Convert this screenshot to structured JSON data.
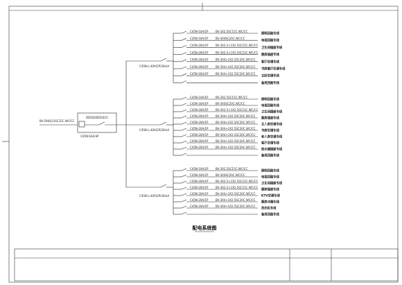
{
  "diagram": {
    "title": "配电系统图",
    "incoming": {
      "cable": "BV-5X6(L5)SC25C.WC/CC",
      "meter": "DDSD(DDS)S(5)",
      "main_breaker": "C45N-63A/3P"
    },
    "groups": [
      {
        "breaker": "C45N-L-40A/2P/30mA",
        "circuits": [
          {
            "breaker": "C45N-10A/1P",
            "cable": "BV-3X2.5SC15C.WC/CC",
            "name": "照明回路专线"
          },
          {
            "breaker": "C45N-16A/1P",
            "cable": "BV-3X4SC20C.WC/CC",
            "name": "电视回路专线"
          },
          {
            "breaker": "C45N-20A/1P",
            "cable": "BV-3X2.5+1X2.5SC15C.WC/CC",
            "name": "卫生间插座专线"
          },
          {
            "breaker": "C45N-20A/1P",
            "cable": "BV-3X2.5+1X2.5SC15C.WC/CC",
            "name": "厨房插座专线"
          },
          {
            "breaker": "C45N-20A/1P",
            "cable": "BV-3X4+1X2.5SC20C.WC/CC",
            "name": "客厅空调专线"
          },
          {
            "breaker": "C45N-20A/1P",
            "cable": "BV-3X4+1X2.5SC20C.WC/CC",
            "name": "书房餐厅空调专线"
          },
          {
            "breaker": "C45N-20A/1P",
            "cable": "BV-3X4+1X2.5SC20C.WC/CC",
            "name": "主卧空调专线"
          },
          {
            "breaker": "",
            "cable": "",
            "name": "备用回路专线"
          }
        ]
      },
      {
        "breaker": "C45N-L-40A/2P/30mA",
        "circuits": [
          {
            "breaker": "C45N-10A/1P",
            "cable": "BV-3X2.5SC15C.WC/CC",
            "name": "照明回路专线"
          },
          {
            "breaker": "C45N-16A/1P",
            "cable": "BV-3X4SC20C.WC/CC",
            "name": "电视回路专线"
          },
          {
            "breaker": "C45N-20A/1P",
            "cable": "BV-3X2.5+1X2.5SC15C.WC/CC",
            "name": "卫生间插座专线"
          },
          {
            "breaker": "C45N-20A/1P",
            "cable": "BV-3X4+1X2.5SC20C.WC/CC",
            "name": "厨房插座专线"
          },
          {
            "breaker": "C45N-20A/1P",
            "cable": "BV-3X4+1X2.5SC20C.WC/CC",
            "name": "主人房空调专线"
          },
          {
            "breaker": "C45N-20A/1P",
            "cable": "BV-3X4+1X2.5SC20C.WC/CC",
            "name": "书房空调专线"
          },
          {
            "breaker": "C45N-20A/1P",
            "cable": "BV-3X4+1X2.5SC20C.WC/CC",
            "name": "老人房空调专线"
          },
          {
            "breaker": "C45N-20A/1P",
            "cable": "BV-3X4+1X2.5SC20C.WC/CC",
            "name": "客厅空调专线"
          },
          {
            "breaker": "C45N-20A/1P",
            "cable": "BV-3X4+1X2.5SC20C.WC/CC",
            "name": "热水器插座专线"
          },
          {
            "breaker": "",
            "cable": "",
            "name": "备用回路专线"
          }
        ]
      },
      {
        "breaker": "C45N-L-40A/2P/30mA",
        "circuits": [
          {
            "breaker": "C45N-10A/1P",
            "cable": "BV-3X2.5SC15C.WC/CC",
            "name": "照明回路专线"
          },
          {
            "breaker": "C45N-16A/1P",
            "cable": "BV-3X4SC20C.WC/CC",
            "name": "电视回路专线"
          },
          {
            "breaker": "C45N-20A/1P",
            "cable": "BV-3X2.5+1X2.5SC15C.WC/CC",
            "name": "卫生间插座专线"
          },
          {
            "breaker": "C45N-20A/1P",
            "cable": "BV-3X2.5+1X2.5SC15C.WC/CC",
            "name": "厨房插座专线"
          },
          {
            "breaker": "C45N-20A/1P",
            "cable": "BV-3X4+1X2.5SC20C.WC/CC",
            "name": "KTV空调专线"
          },
          {
            "breaker": "C45N-20A/1P",
            "cable": "BV-3X4+1X2.5SC20C.WC/CC",
            "name": "厨房冰箱专线"
          },
          {
            "breaker": "C45N-20A/1P",
            "cable": "BV-3X4+1X2.5SC20C.WC/CC",
            "name": "洗衣机专线"
          },
          {
            "breaker": "",
            "cable": "",
            "name": "备用回路专线"
          }
        ]
      }
    ]
  }
}
